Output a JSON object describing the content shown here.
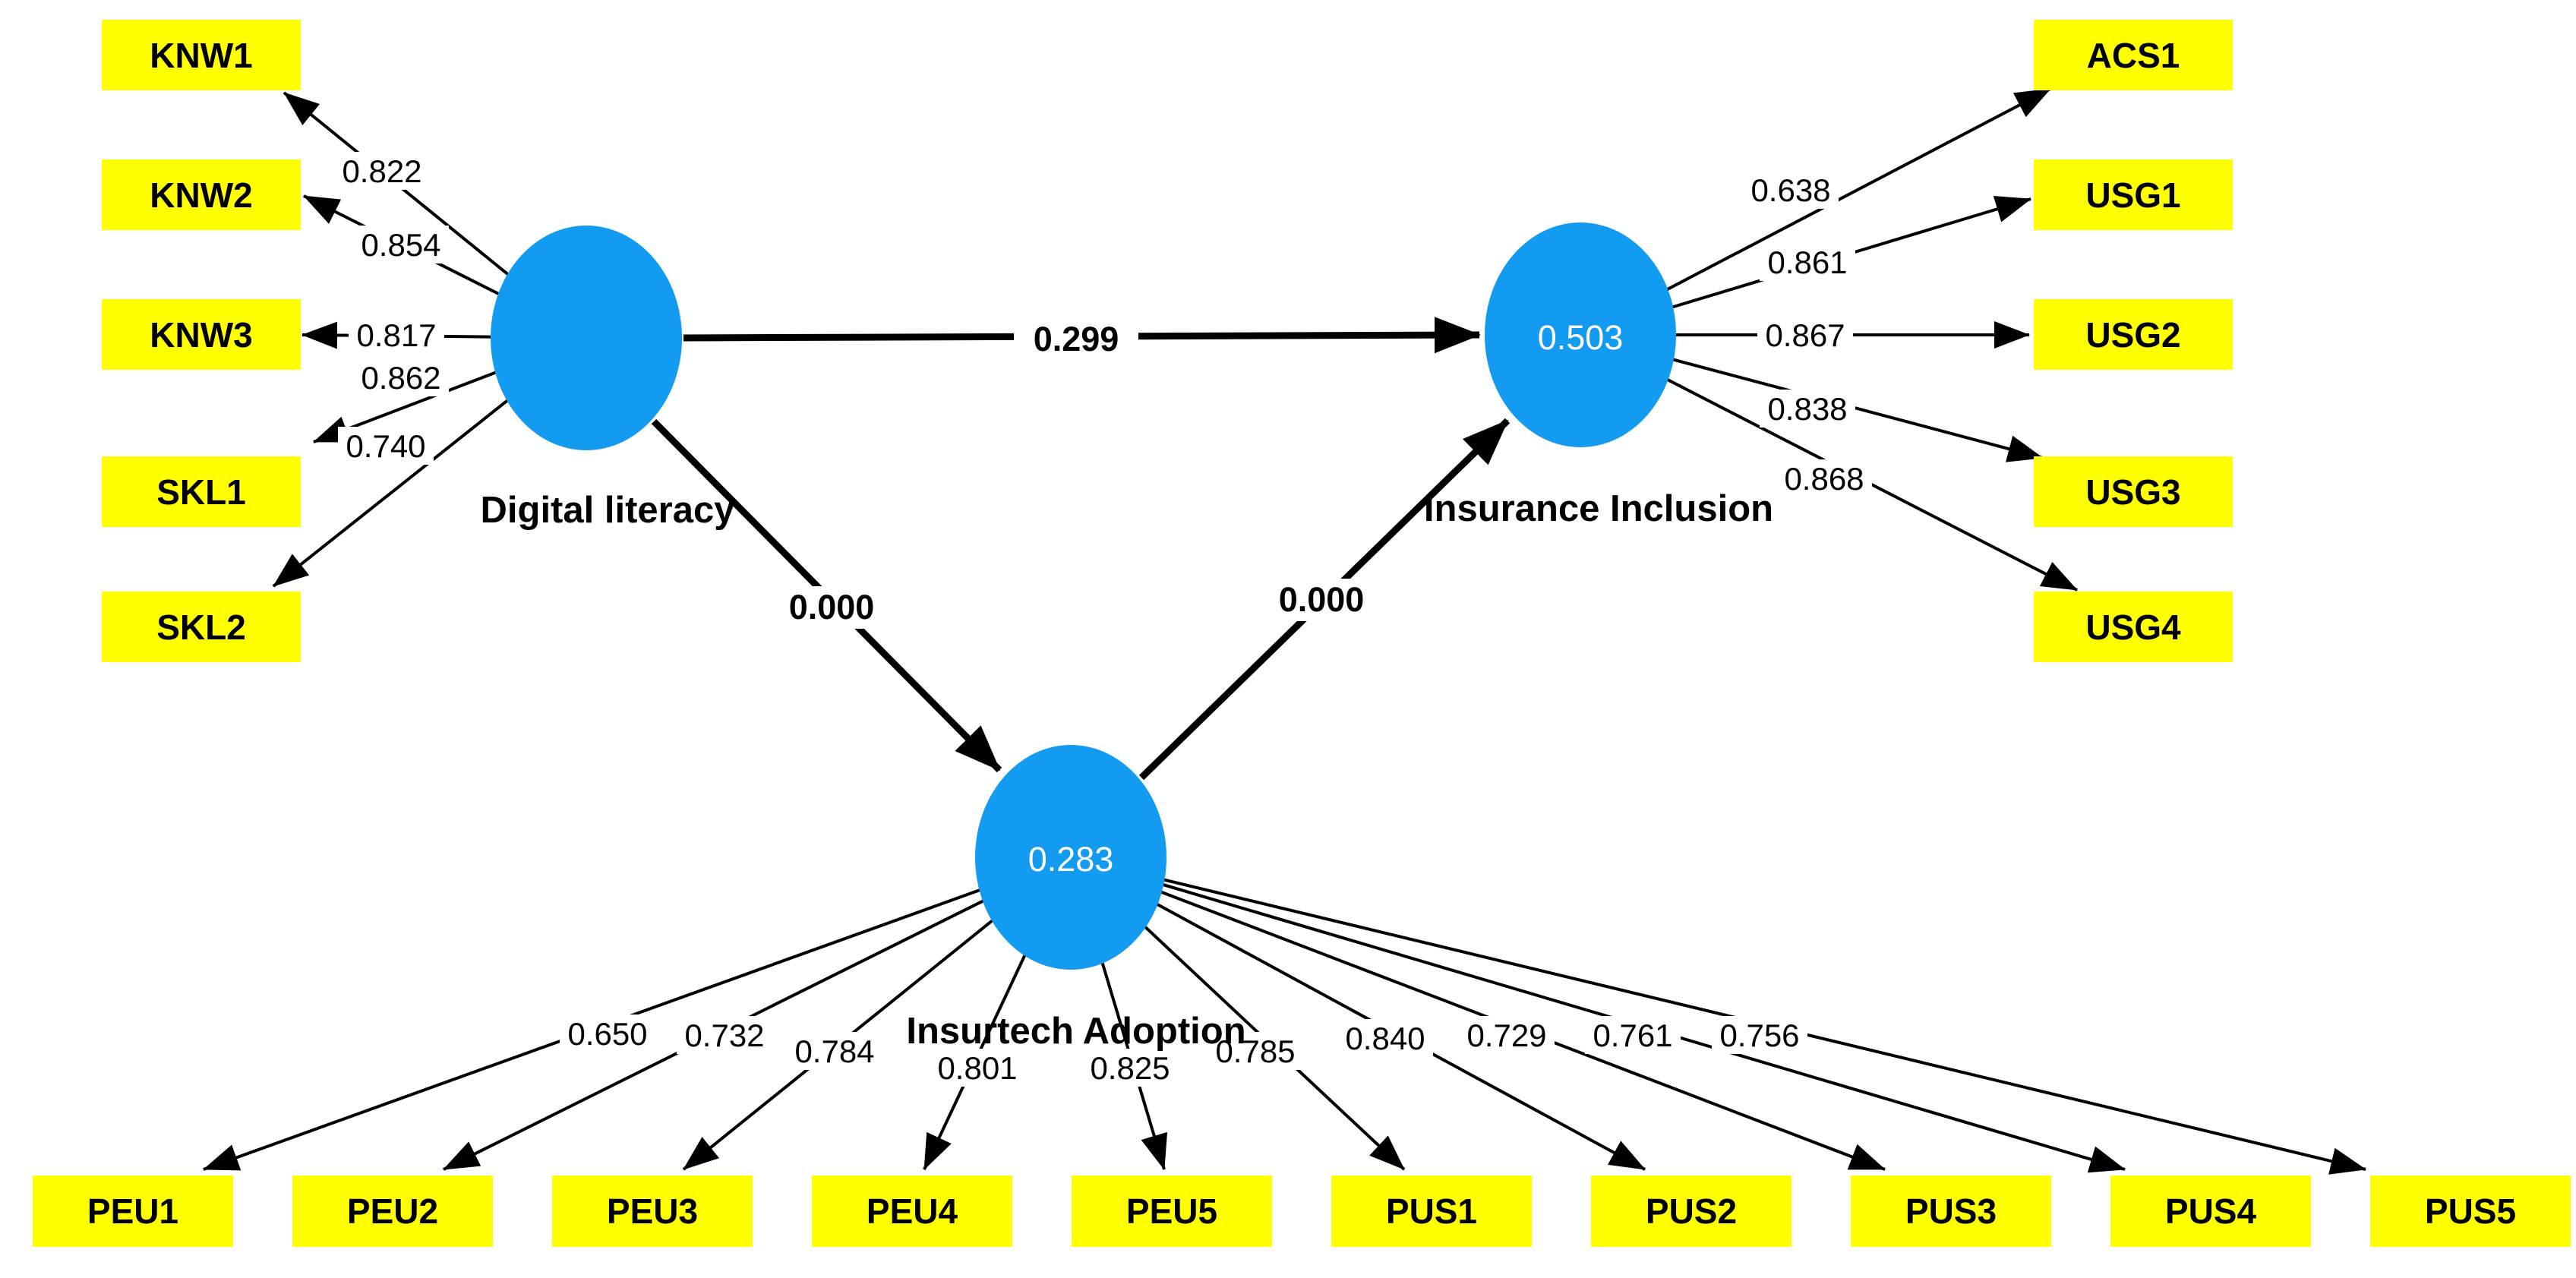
{
  "colors": {
    "construct_fill": "#129bf0",
    "indicator_fill": "#ffff00",
    "line": "#000000",
    "construct_value_text": "#ffffff"
  },
  "constructs": {
    "digital_literacy": {
      "label": "Digital literacy"
    },
    "insurance_inclusion": {
      "label": "Insurance Inclusion",
      "r_squared": "0.503"
    },
    "insurtech_adoption": {
      "label": "Insurtech Adoption",
      "r_squared": "0.283"
    }
  },
  "structural_paths": {
    "dl_to_ii": {
      "coefficient": "0.299"
    },
    "dl_to_ia": {
      "coefficient": "0.000"
    },
    "ia_to_ii": {
      "coefficient": "0.000"
    }
  },
  "indicators": {
    "digital_literacy": [
      {
        "label": "KNW1",
        "loading": "0.822"
      },
      {
        "label": "KNW2",
        "loading": "0.854"
      },
      {
        "label": "KNW3",
        "loading": "0.817"
      },
      {
        "label": "SKL1",
        "loading": "0.862"
      },
      {
        "label": "SKL2",
        "loading": "0.740"
      }
    ],
    "insurance_inclusion": [
      {
        "label": "ACS1",
        "loading": "0.638"
      },
      {
        "label": "USG1",
        "loading": "0.861"
      },
      {
        "label": "USG2",
        "loading": "0.867"
      },
      {
        "label": "USG3",
        "loading": "0.838"
      },
      {
        "label": "USG4",
        "loading": "0.868"
      }
    ],
    "insurtech_adoption": [
      {
        "label": "PEU1",
        "loading": "0.650"
      },
      {
        "label": "PEU2",
        "loading": "0.732"
      },
      {
        "label": "PEU3",
        "loading": "0.784"
      },
      {
        "label": "PEU4",
        "loading": "0.801"
      },
      {
        "label": "PEU5",
        "loading": "0.825"
      },
      {
        "label": "PUS1",
        "loading": "0.785"
      },
      {
        "label": "PUS2",
        "loading": "0.840"
      },
      {
        "label": "PUS3",
        "loading": "0.729"
      },
      {
        "label": "PUS4",
        "loading": "0.761"
      },
      {
        "label": "PUS5",
        "loading": "0.756"
      }
    ]
  }
}
